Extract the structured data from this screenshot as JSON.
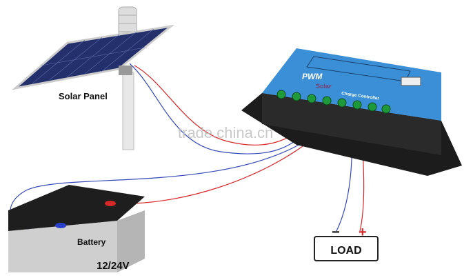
{
  "labels": {
    "solar_panel": "Solar Panel",
    "battery": "Battery",
    "voltage": "12/24V",
    "load": "LOAD",
    "load_minus": "−",
    "load_plus": "+"
  },
  "controller": {
    "type": "PWM",
    "brand": "Solar",
    "name": "Charge Controller"
  },
  "watermark": "trade.china.cn",
  "colors": {
    "positive_wire": "#d8262a",
    "negative_wire": "#3548b8",
    "controller_face": "#3a8fd6",
    "terminal_green": "#1e9a3a"
  }
}
